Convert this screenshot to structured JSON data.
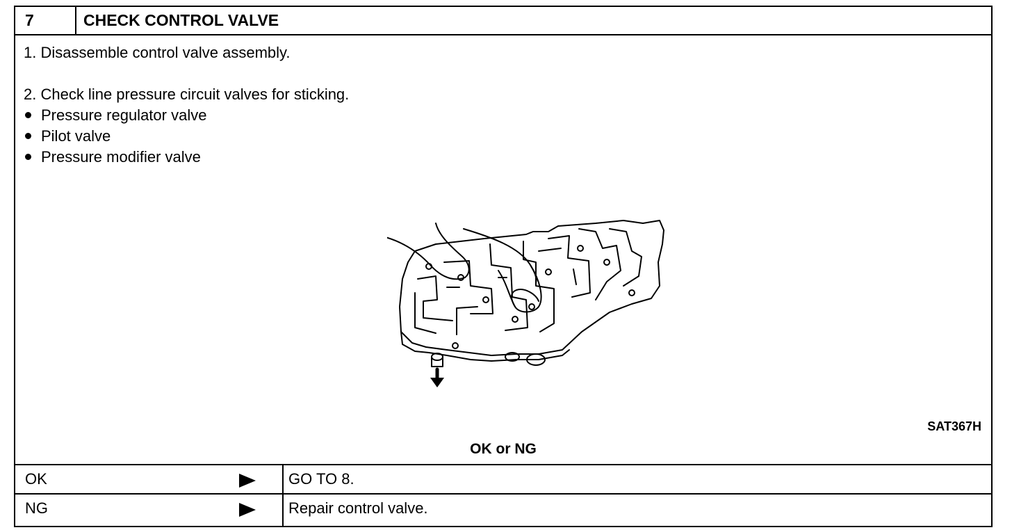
{
  "step": {
    "number": "7",
    "title": "CHECK CONTROL VALVE"
  },
  "instructions": [
    "1.  Disassemble control valve assembly.",
    "2.  Check line pressure circuit valves for sticking."
  ],
  "valves": [
    "Pressure regulator valve",
    "Pilot valve",
    "Pressure modifier valve"
  ],
  "figure": {
    "code": "SAT367H",
    "icon": "hand-pressing-valve-body-illustration"
  },
  "result_prompt": "OK or NG",
  "results": [
    {
      "label": "OK",
      "action": "GO TO 8."
    },
    {
      "label": "NG",
      "action": "Repair control valve."
    }
  ]
}
